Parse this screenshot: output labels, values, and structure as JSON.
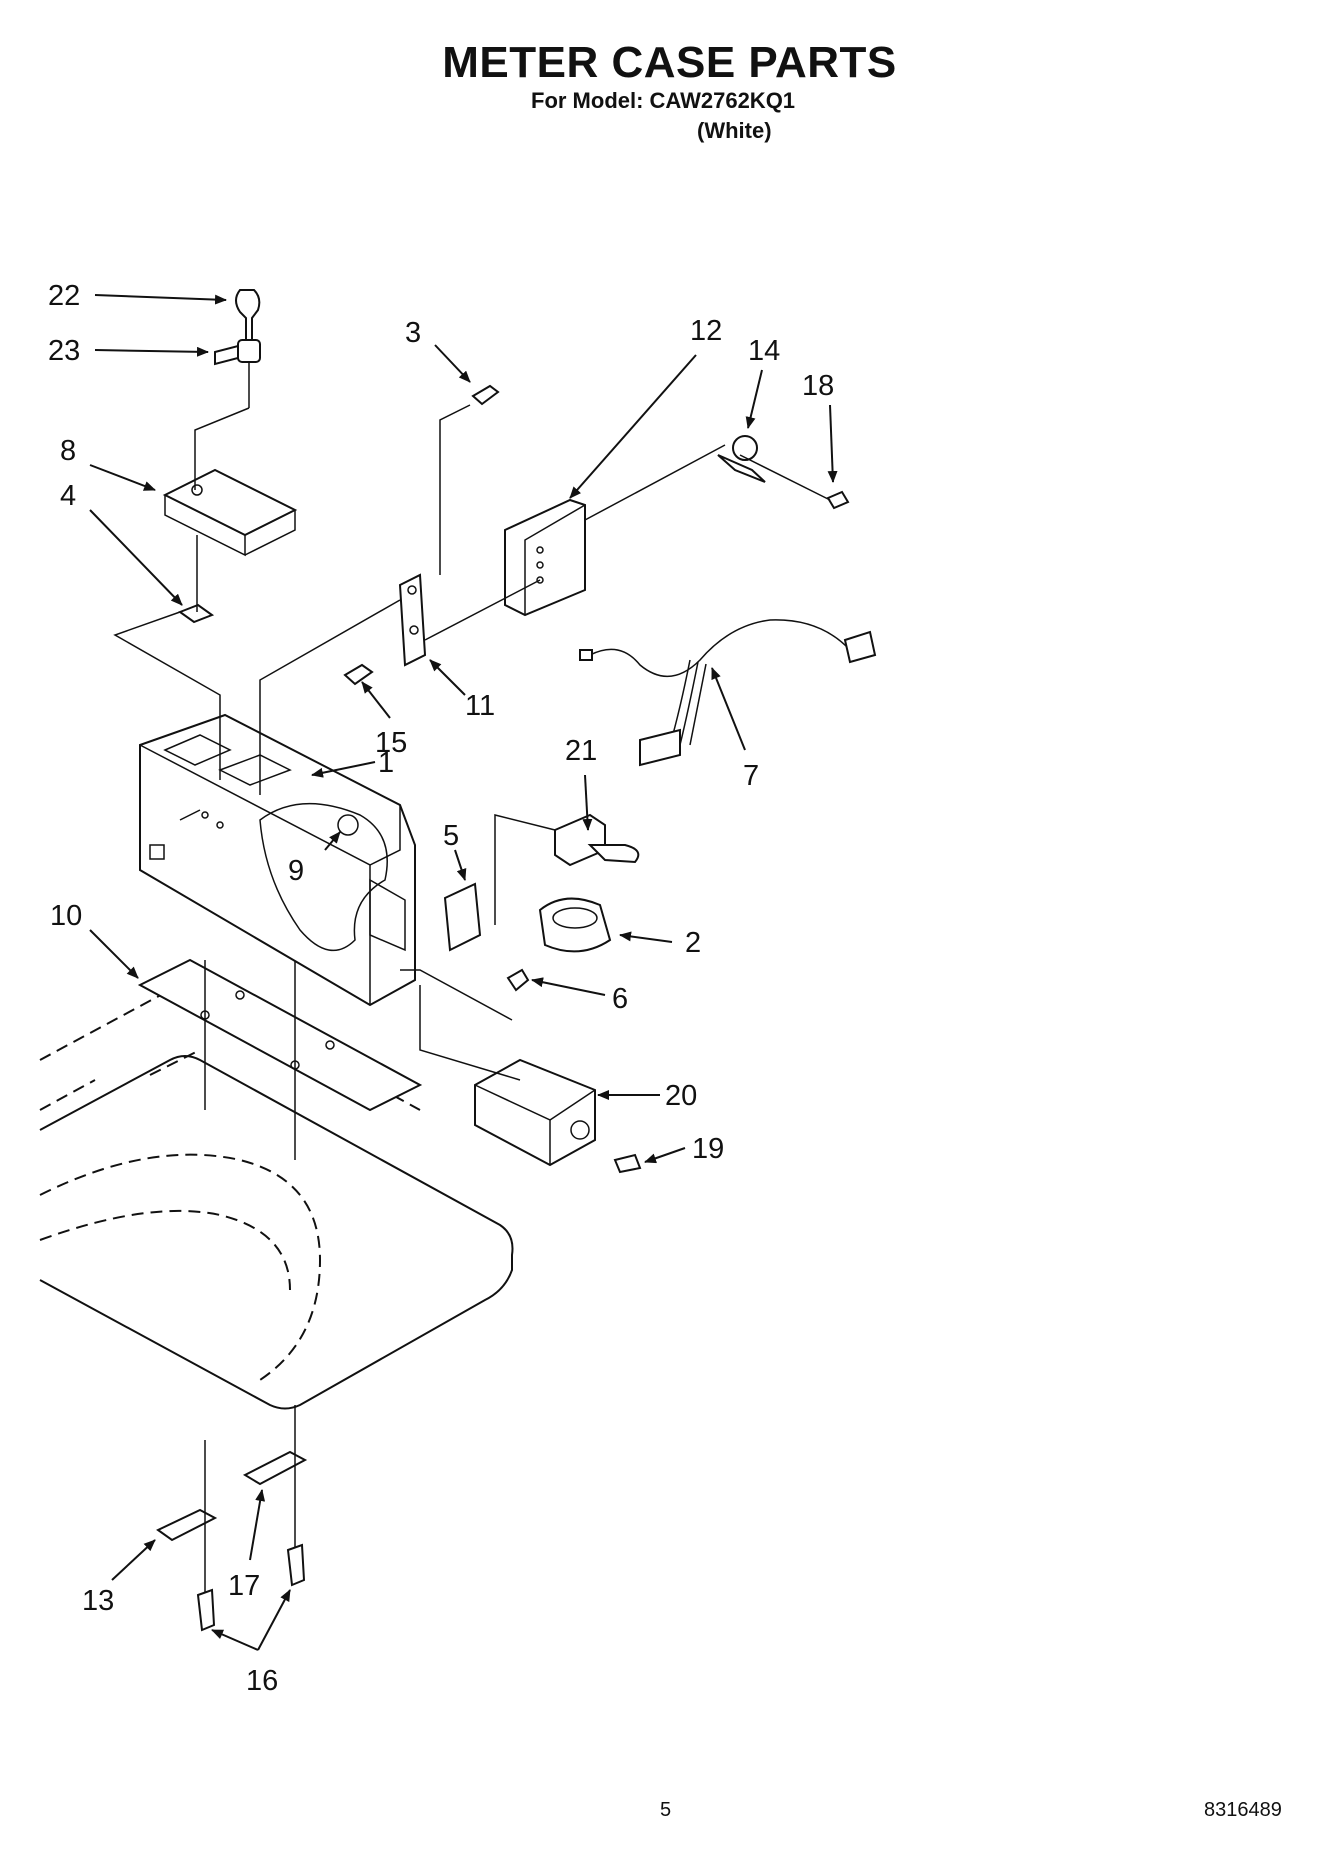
{
  "header": {
    "title": "METER CASE PARTS",
    "model_line": "For Model: CAW2762KQ1",
    "color_line": "(White)"
  },
  "callouts": [
    "1",
    "2",
    "3",
    "4",
    "5",
    "6",
    "7",
    "8",
    "9",
    "10",
    "11",
    "12",
    "13",
    "14",
    "15",
    "16",
    "17",
    "18",
    "19",
    "20",
    "21",
    "22",
    "23"
  ],
  "footer": {
    "page_number": "5",
    "document_number": "8316489"
  }
}
